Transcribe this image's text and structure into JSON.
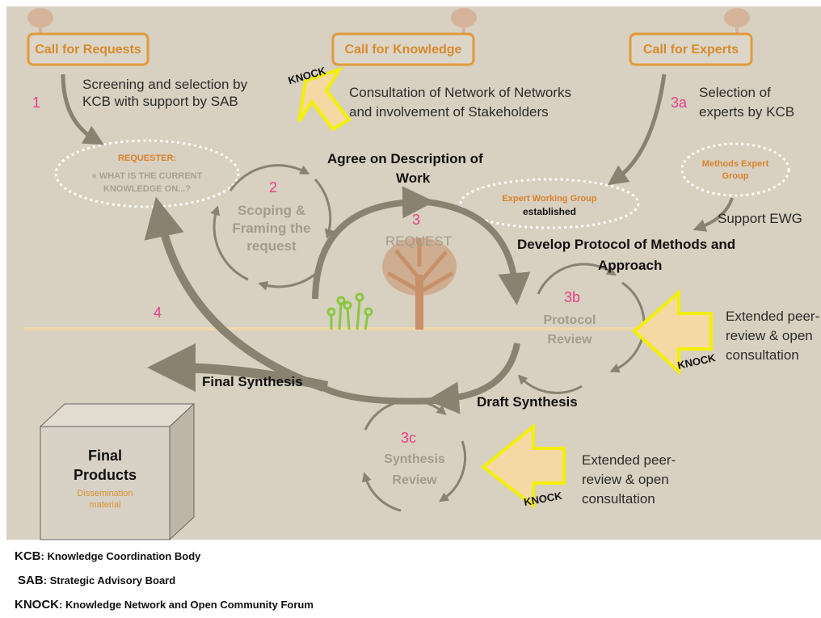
{
  "calls": {
    "requests": "Call for Requests",
    "knowledge": "Call for Knowledge",
    "experts": "Call for Experts"
  },
  "steps": {
    "n1": "1",
    "screening": "Screening and selection by KCB with support by SAB",
    "consultation_1": "Consultation of Network of Networks",
    "consultation_2": "and involvement of Stakeholders",
    "n3a": "3a",
    "selection_1": "Selection of",
    "selection_2": "experts by KCB",
    "requester_title": "REQUESTER:",
    "requester_question_1": "« WHAT IS THE CURRENT",
    "requester_question_2": "KNOWLEDGE ON...?",
    "n2": "2",
    "scoping_1": "Scoping &",
    "scoping_2": "Framing the",
    "scoping_3": "request",
    "agree_1": "Agree on Description of",
    "agree_2": "Work",
    "n3": "3",
    "request": "REQUEST",
    "ewg_1": "Expert Working Group",
    "ewg_2": "established",
    "methods_group": "Methods Expert Group",
    "support_ewg": "Support EWG",
    "protocol_1": "Develop Protocol of Methods and",
    "protocol_2": "Approach",
    "n3b": "3b",
    "protocol_review_1": "Protocol",
    "protocol_review_2": "Review",
    "peer_1_a": "Extended peer-",
    "peer_1_b": "review & open",
    "peer_1_c": "consultation",
    "n4": "4",
    "final_synthesis": "Final Synthesis",
    "draft_synthesis": "Draft Synthesis",
    "n3c": "3c",
    "synthesis_review_1": "Synthesis",
    "synthesis_review_2": "Review",
    "peer_2_a": "Extended peer-",
    "peer_2_b": "review & open",
    "peer_2_c": "consultation",
    "final_products_1": "Final",
    "final_products_2": "Products",
    "dissemination_1": "Dissemination",
    "dissemination_2": "material"
  },
  "knock_labels": {
    "top": "KNOCK",
    "right": "KNOCK",
    "bottom": "KNOCK"
  },
  "legend": {
    "kcb_abbr": "KCB",
    "kcb_text": ": Knowledge Coordination Body",
    "sab_abbr": "SAB",
    "sab_text": ": Strategic Advisory Board",
    "knock_abbr": "KNOCK",
    "knock_text": ": Knowledge Network and Open Community Forum"
  },
  "colors": {
    "panel_bg": "#d8d0c0",
    "arrow": "#8a8270",
    "call_border": "#e09a3c",
    "knock_fill": "#f5d9a4",
    "knock_stroke": "#f3f000",
    "number": "#e83e8c",
    "tree": "#c8906a"
  }
}
